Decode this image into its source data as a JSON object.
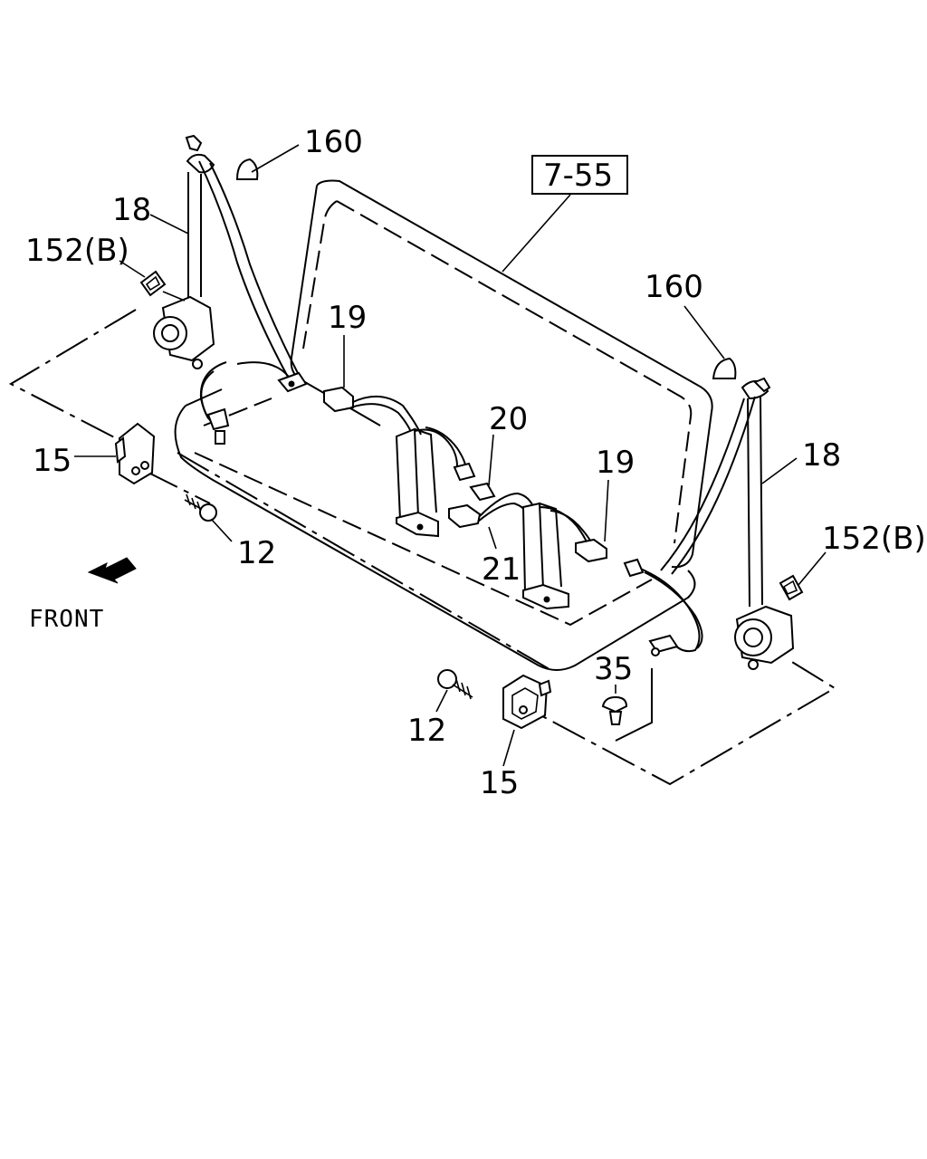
{
  "diagram": {
    "reference_box": "7-55",
    "front_label": "FRONT",
    "callouts": {
      "anchor_cover_left": "160",
      "anchor_cover_right": "160",
      "seat_belt_left": "18",
      "seat_belt_right": "18",
      "bracket_left": "152(B)",
      "bracket_right": "152(B)",
      "buckle_left": "19",
      "buckle_right": "19",
      "buckle_center": "20",
      "tongue_center": "21",
      "cover_left": "15",
      "cover_right": "15",
      "screw_left": "12",
      "screw_right": "12",
      "clip": "35"
    }
  }
}
